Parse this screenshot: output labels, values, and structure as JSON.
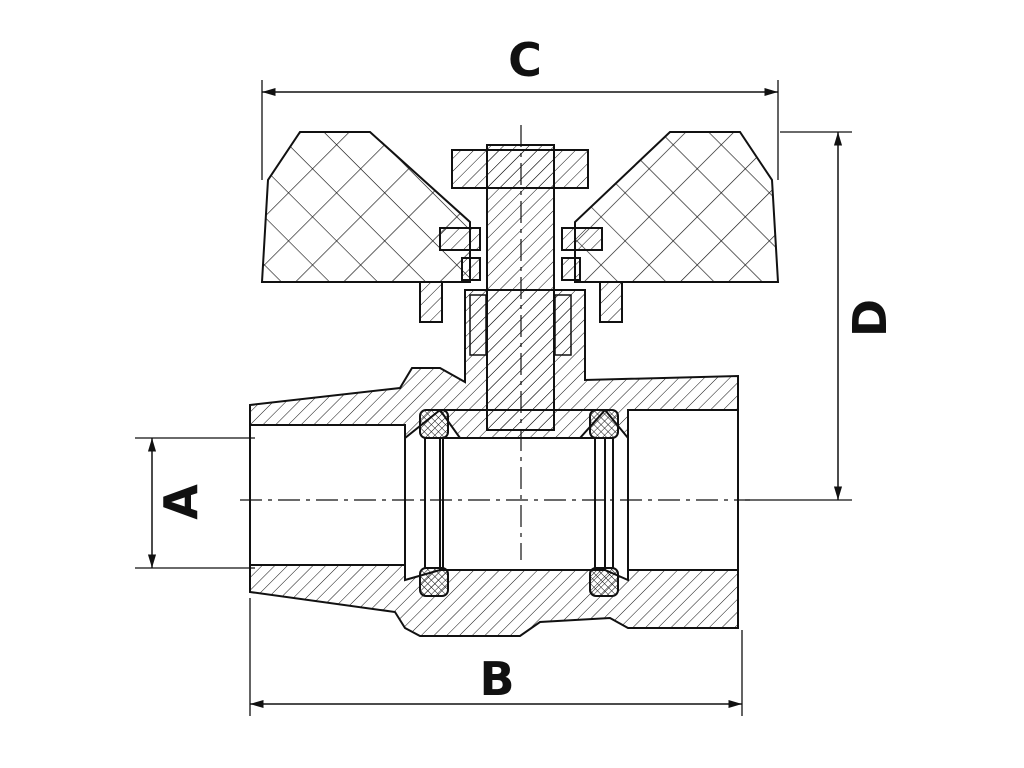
{
  "drawing": {
    "type": "ball valve cross-section",
    "dimension_labels": {
      "a": "A",
      "b": "B",
      "c": "C",
      "d": "D"
    },
    "line_color": "#111111",
    "background": "#ffffff"
  }
}
